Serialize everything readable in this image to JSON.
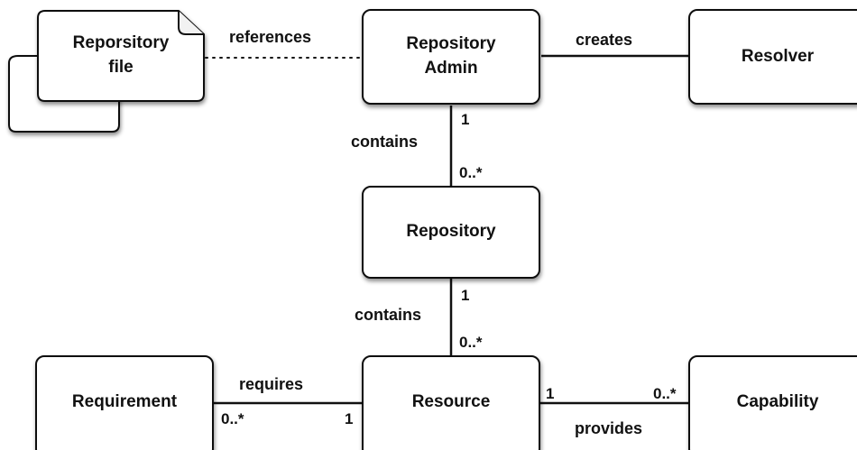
{
  "nodes": {
    "repository_file": [
      "Reporsitory",
      "file"
    ],
    "repository_admin": [
      "Repository",
      "Admin"
    ],
    "resolver": "Resolver",
    "repository": "Repository",
    "requirement": "Requirement",
    "resource": "Resource",
    "capability": "Capability"
  },
  "edges": {
    "references": "references",
    "creates": "creates",
    "admin_contains": {
      "label": "contains",
      "source_mult": "1",
      "target_mult": "0..*"
    },
    "repo_contains": {
      "label": "contains",
      "source_mult": "1",
      "target_mult": "0..*"
    },
    "requires": {
      "label": "requires",
      "requirement_mult": "0..*",
      "resource_mult": "1"
    },
    "provides": {
      "label": "provides",
      "resource_mult": "1",
      "capability_mult": "0..*"
    }
  }
}
